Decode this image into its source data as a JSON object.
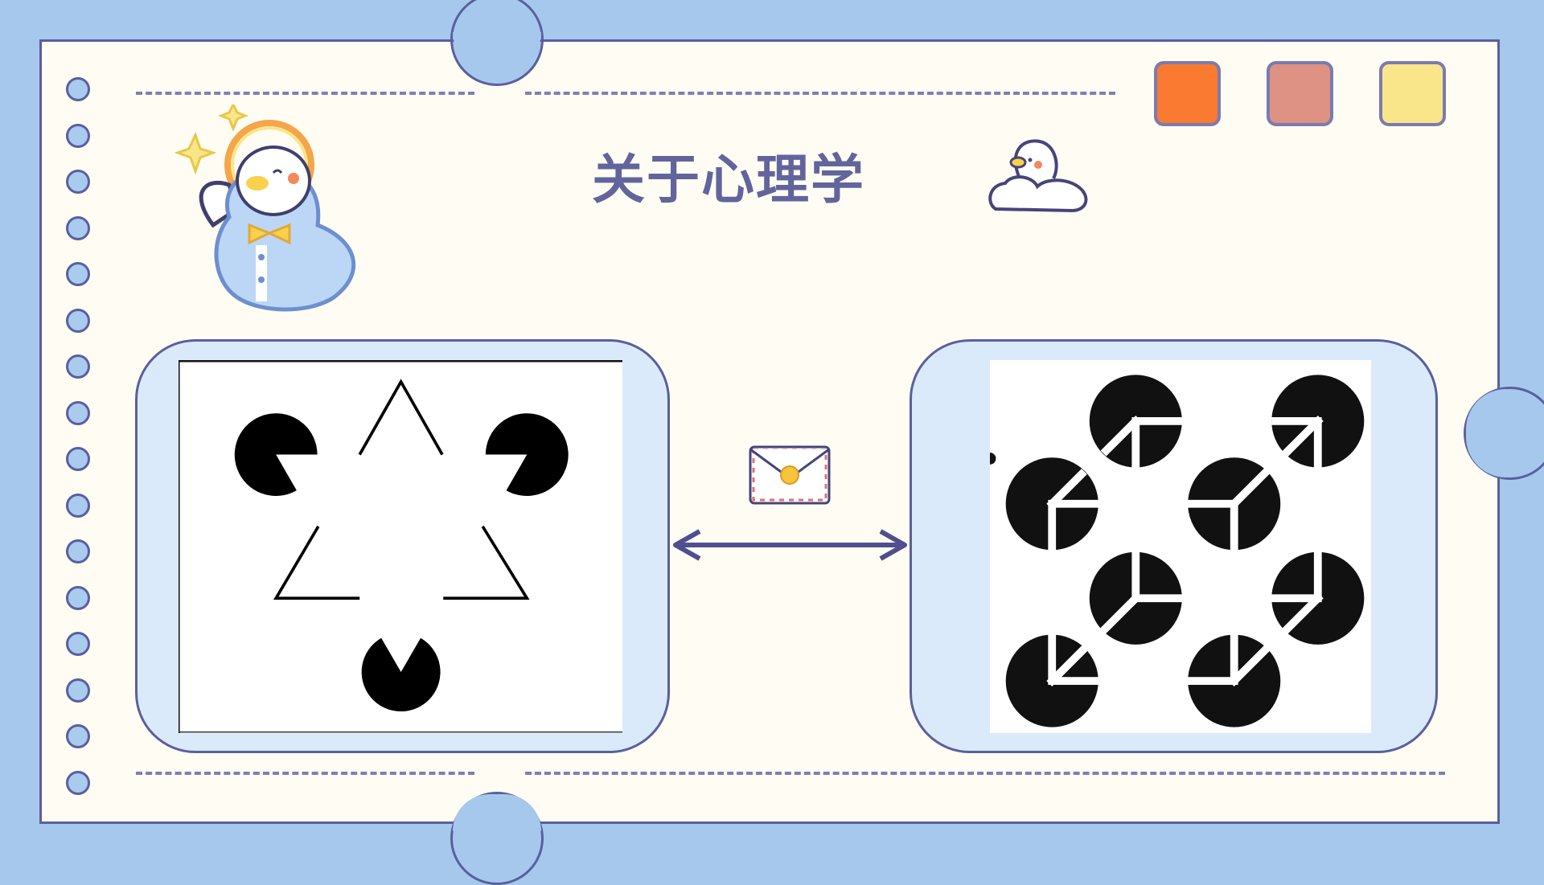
{
  "slide": {
    "title": "关于心理学",
    "swatch_colors": [
      "#f97a30",
      "#dd9283",
      "#fae68a"
    ],
    "frame_color": "#5a5f9e",
    "background_color": "#a6c8ec",
    "panel_color": "#dbeafa",
    "left_image": "kanizsa-triangle-illusion",
    "right_image": "illusory-cube-pie-circles",
    "connector": "double-arrow",
    "decorations": [
      "duck-angel-sticker",
      "duck-on-cloud-sticker",
      "envelope-icon"
    ]
  }
}
